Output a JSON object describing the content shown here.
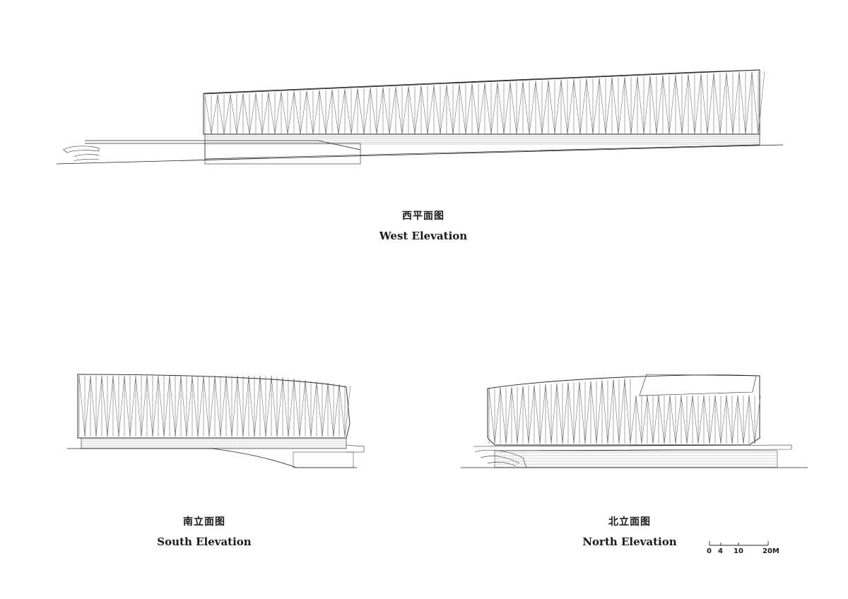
{
  "elevations": {
    "west": {
      "title_cn": "西平面图",
      "title_en": "West Elevation"
    },
    "south": {
      "title_cn": "南立面图",
      "title_en": "South Elevation"
    },
    "north": {
      "title_cn": "北立面图",
      "title_en": "North Elevation"
    }
  },
  "scale_bar": {
    "ticks": [
      "0",
      "4",
      "10",
      "20M"
    ]
  },
  "colors": {
    "line": "#222222",
    "fine": "#555555"
  }
}
